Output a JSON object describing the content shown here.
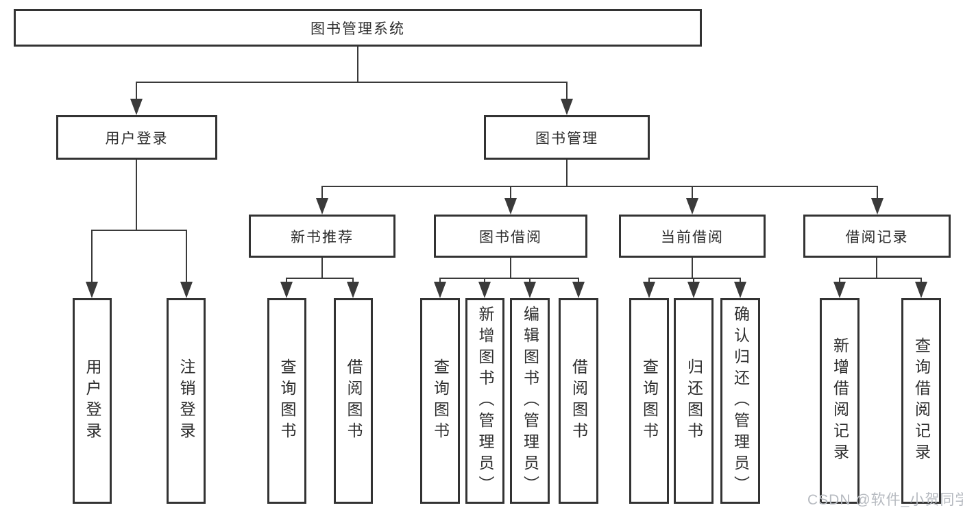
{
  "tree": {
    "root": {
      "label": "图书管理系统"
    },
    "branches": [
      {
        "label": "用户登录",
        "children": [
          {
            "label": "用户登录"
          },
          {
            "label": "注销登录"
          }
        ]
      },
      {
        "label": "图书管理",
        "children": [
          {
            "label": "新书推荐",
            "children": [
              {
                "label": "查询图书"
              },
              {
                "label": "借阅图书"
              }
            ]
          },
          {
            "label": "图书借阅",
            "children": [
              {
                "label": "查询图书"
              },
              {
                "label": "新增图书（管理员）"
              },
              {
                "label": "编辑图书（管理员）"
              },
              {
                "label": "借阅图书"
              }
            ]
          },
          {
            "label": "当前借阅",
            "children": [
              {
                "label": "查询图书"
              },
              {
                "label": "归还图书"
              },
              {
                "label": "确认归还（管理员）"
              }
            ]
          },
          {
            "label": "借阅记录",
            "children": [
              {
                "label": "新增借阅记录"
              },
              {
                "label": "查询借阅记录"
              }
            ]
          }
        ]
      }
    ]
  },
  "watermark": {
    "text": "CSDN @软件_小贺同学",
    "color": "#b6bac0"
  },
  "colors": {
    "line": "#3a3a3a",
    "border": "#333333",
    "text": "#2d2d2d",
    "background": "#ffffff"
  }
}
